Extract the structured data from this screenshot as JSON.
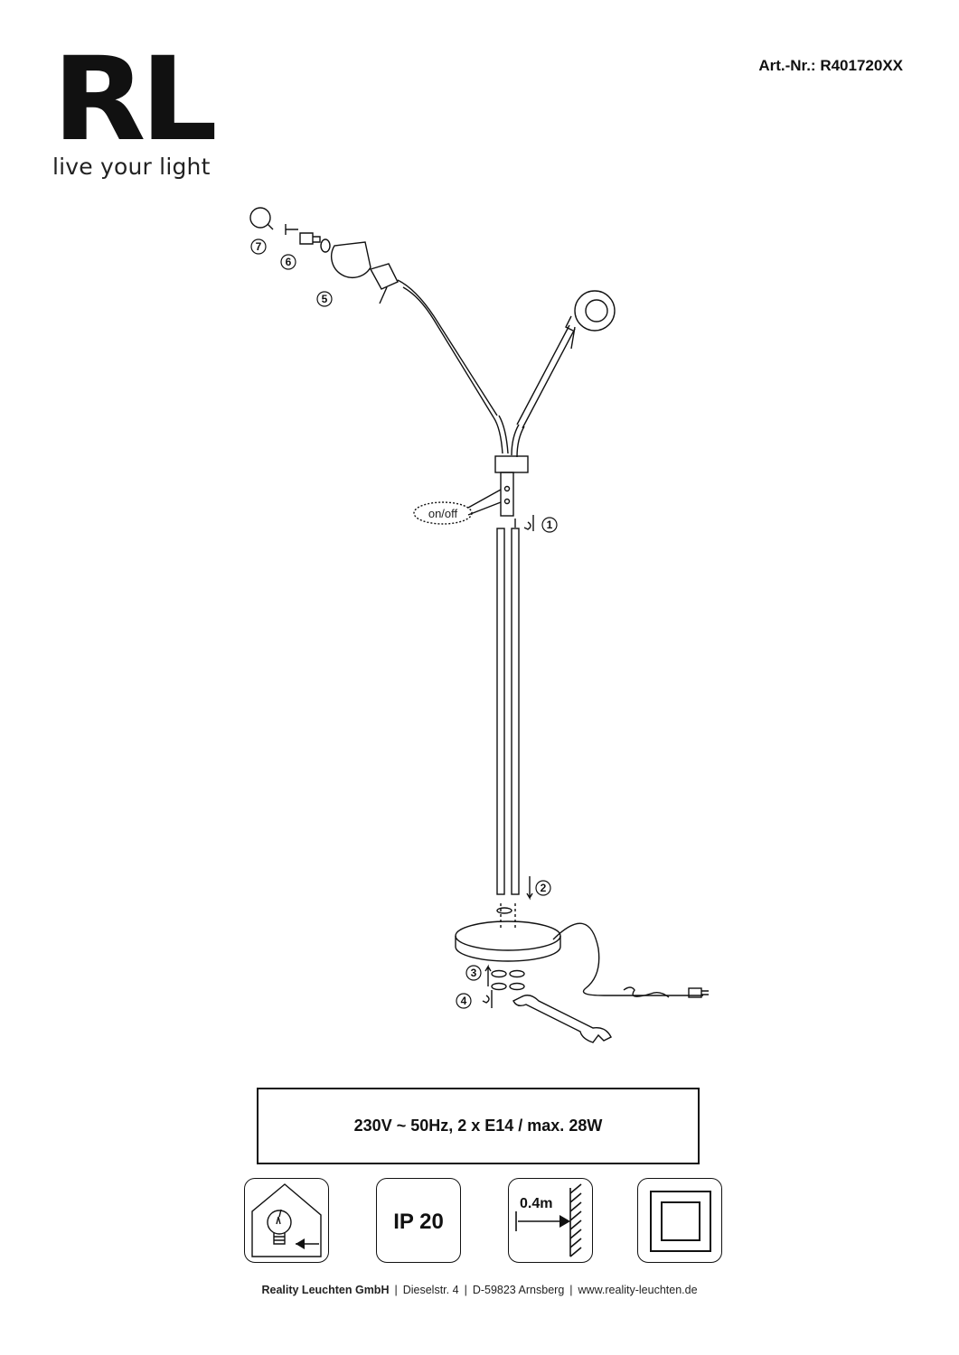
{
  "logo": {
    "mark": "RL",
    "tagline": "live your light"
  },
  "article_number": "Art.-Nr.: R401720XX",
  "diagram": {
    "switch_label": "on/off",
    "steps": [
      "1",
      "2",
      "3",
      "4",
      "5",
      "6",
      "7"
    ]
  },
  "spec": "230V ~ 50Hz, 2 x E14 / max. 28W",
  "icons": {
    "ip_rating": "IP 20",
    "distance": "0.4m"
  },
  "footer": {
    "company": "Reality Leuchten GmbH",
    "street": "Dieselstr. 4",
    "city": "D-59823 Arnsberg",
    "website": "www.reality-leuchten.de"
  }
}
